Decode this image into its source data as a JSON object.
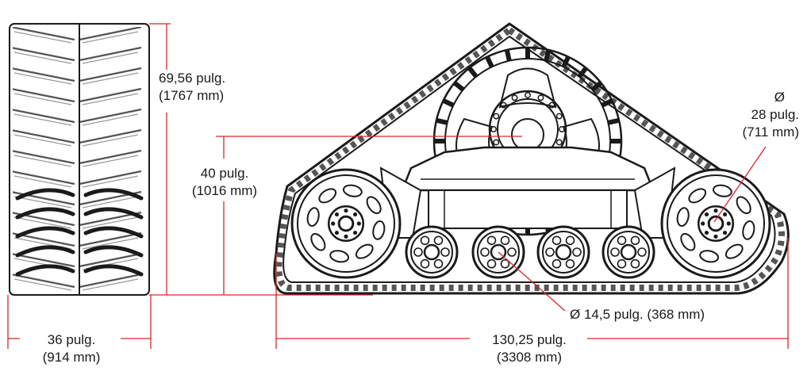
{
  "colors": {
    "dimension_line": "#d7262b",
    "drawing": "#1a1a1a",
    "tread": "#6a6a6a",
    "background": "#ffffff"
  },
  "dimensions": {
    "height": {
      "line1": "69,56 pulg.",
      "line2": "(1767 mm)"
    },
    "axle_height": {
      "line1": "40 pulg.",
      "line2": "(1016 mm)"
    },
    "width": {
      "line1": "36 pulg.",
      "line2": "(914 mm)"
    },
    "length": {
      "line1": "130,25 pulg.",
      "line2": "(3308 mm)"
    },
    "wheel_diameter": {
      "line1": "Ø",
      "line2": "28 pulg.",
      "line3": "(711 mm)"
    },
    "roller_diameter": {
      "text": "Ø  14,5 pulg. (368 mm)"
    }
  }
}
